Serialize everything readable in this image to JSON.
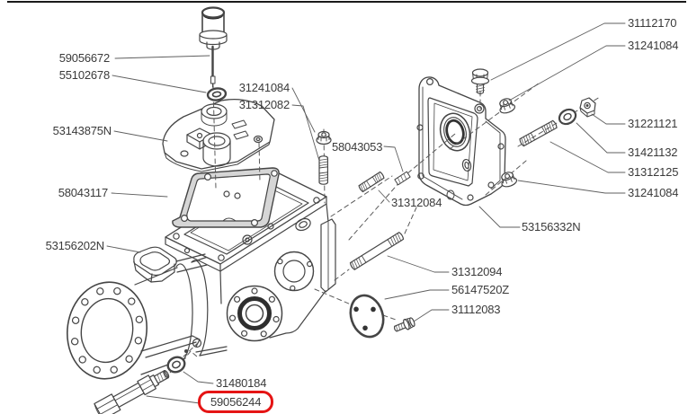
{
  "diagram": {
    "type": "exploded-parts-diagram",
    "subject": "gearbox-housing-assembly",
    "background": "#ffffff",
    "style": {
      "part_line_color": "#454545",
      "leader_line_color": "#5f5f5f",
      "dashed_axis_color": "#5a5a5a",
      "label_text_color": "#3a3a3a",
      "highlight_color": "#e51414"
    },
    "highlighted_part": "59056244",
    "labels": [
      {
        "part_number": "59056672"
      },
      {
        "part_number": "55102678"
      },
      {
        "part_number": "53143875N"
      },
      {
        "part_number": "58043117"
      },
      {
        "part_number": "53156202N"
      },
      {
        "part_number": "31241084"
      },
      {
        "part_number": "31312082"
      },
      {
        "part_number": "58043053"
      },
      {
        "part_number": "31312084"
      },
      {
        "part_number": "31112170"
      },
      {
        "part_number": "31241084"
      },
      {
        "part_number": "31221121"
      },
      {
        "part_number": "31421132"
      },
      {
        "part_number": "31312125"
      },
      {
        "part_number": "31241084"
      },
      {
        "part_number": "53156332N"
      },
      {
        "part_number": "31312094"
      },
      {
        "part_number": "56147520Z"
      },
      {
        "part_number": "31112083"
      },
      {
        "part_number": "31480184"
      },
      {
        "part_number": "59056244",
        "highlighted": true
      }
    ]
  }
}
